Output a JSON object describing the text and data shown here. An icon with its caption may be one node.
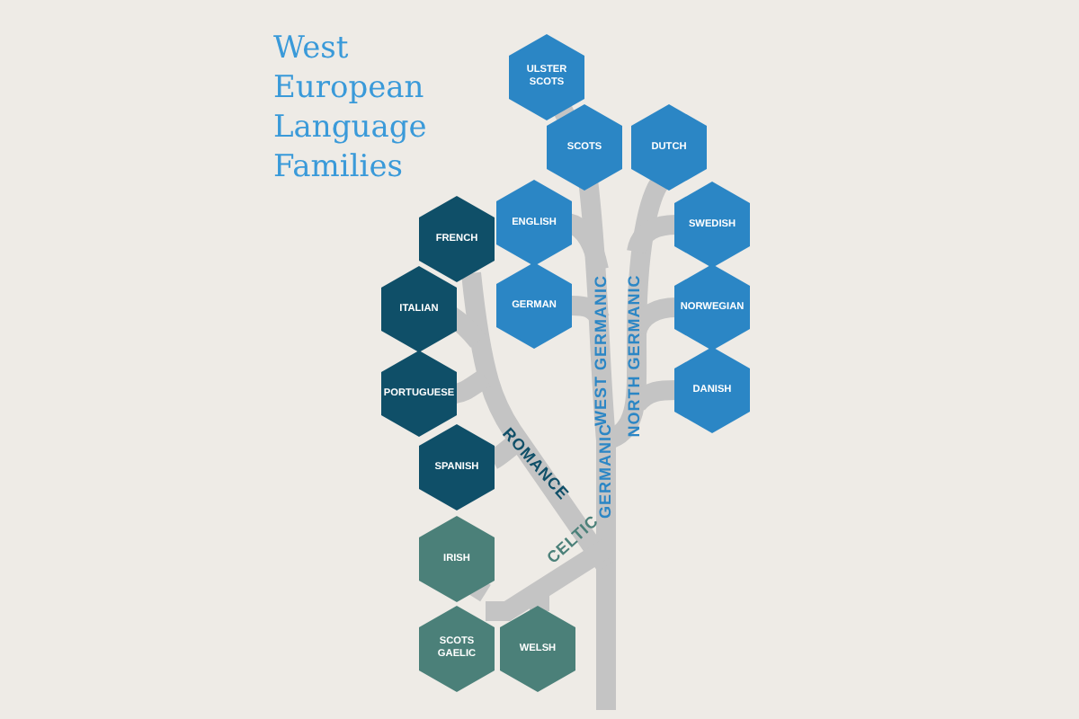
{
  "diagram": {
    "title": "West European Language Families",
    "nodes": [
      {
        "text": [
          "ULSTER SCOTS"
        ]
      },
      {
        "text": [
          "SCOTS"
        ]
      },
      {
        "text": [
          "DUTCH"
        ]
      },
      {
        "text": [
          "ENGLISH"
        ]
      },
      {
        "text": [
          "SWEDISH"
        ]
      },
      {
        "text": [
          "FRENCH"
        ]
      },
      {
        "text": [
          "GERMAN"
        ]
      },
      {
        "text": [
          "NORWEGIAN"
        ]
      },
      {
        "text": [
          "ITALIAN"
        ]
      },
      {
        "text": [
          "PORTUGUESE"
        ]
      },
      {
        "text": [
          "DANISH"
        ]
      },
      {
        "text": [
          "SPANISH"
        ]
      },
      {
        "text": [
          "IRISH"
        ]
      },
      {
        "text": [
          "SCOTS GAELIC"
        ]
      },
      {
        "text": [
          "WELSH"
        ]
      }
    ],
    "labels": [
      "WEST GERMANIC",
      "NORTH GERMANIC",
      "ROMANCE",
      "GERMANIC",
      "CELTIC"
    ]
  }
}
